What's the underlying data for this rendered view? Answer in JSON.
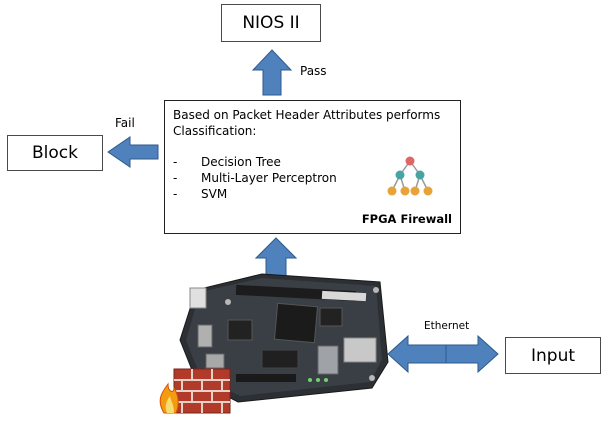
{
  "diagram": {
    "nios_label": "NIOS II",
    "block_label": "Block",
    "input_label": "Input",
    "pass_label": "Pass",
    "fail_label": "Fail",
    "ethernet_label": "Ethernet",
    "classifier": {
      "heading": "Based on Packet Header Attributes performs Classification:",
      "methods": [
        "Decision Tree",
        "Multi-Layer Perceptron",
        "SVM"
      ],
      "firewall_label": "FPGA Firewall"
    },
    "icons": [
      "decision-tree-icon",
      "fpga-board-image",
      "firewall-brick-icon"
    ],
    "colors": {
      "arrow_fill": "#4f81bd",
      "arrow_stroke": "#2e5a8c",
      "tree_root": "#e06666",
      "tree_node": "#e8a23a",
      "tree_mid": "#4aa3a3"
    }
  }
}
